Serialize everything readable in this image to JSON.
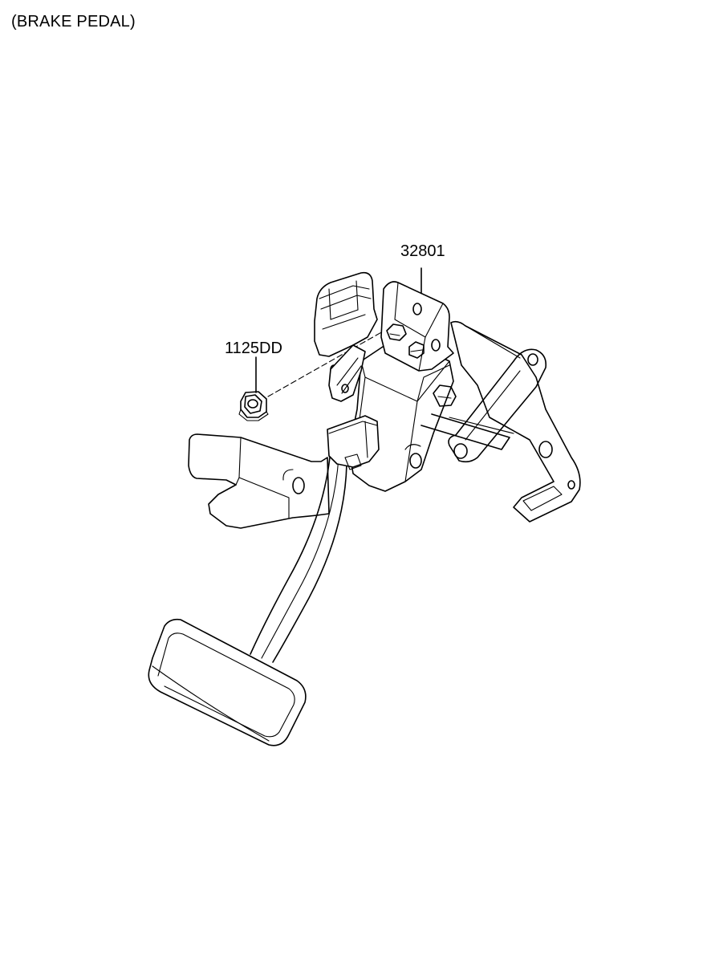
{
  "diagram": {
    "title": "(BRAKE PEDAL)",
    "parts": [
      {
        "id": "assembly",
        "label": "32801"
      },
      {
        "id": "nut",
        "label": "1125DD"
      }
    ]
  }
}
